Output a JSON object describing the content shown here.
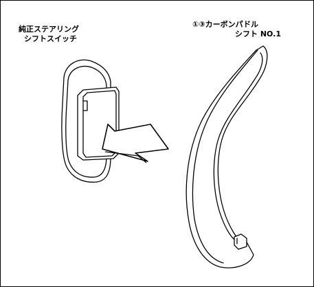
{
  "labels": {
    "left_line1": "純正ステアリング",
    "left_line2": "シフトスイッチ",
    "right_line1": "①③カーボンパドル",
    "right_line2": "シフト NO.1"
  },
  "colors": {
    "line": "#000000",
    "fill": "#ffffff",
    "border": "#000000"
  },
  "icons": {
    "arrow": "arrow-right-icon"
  }
}
